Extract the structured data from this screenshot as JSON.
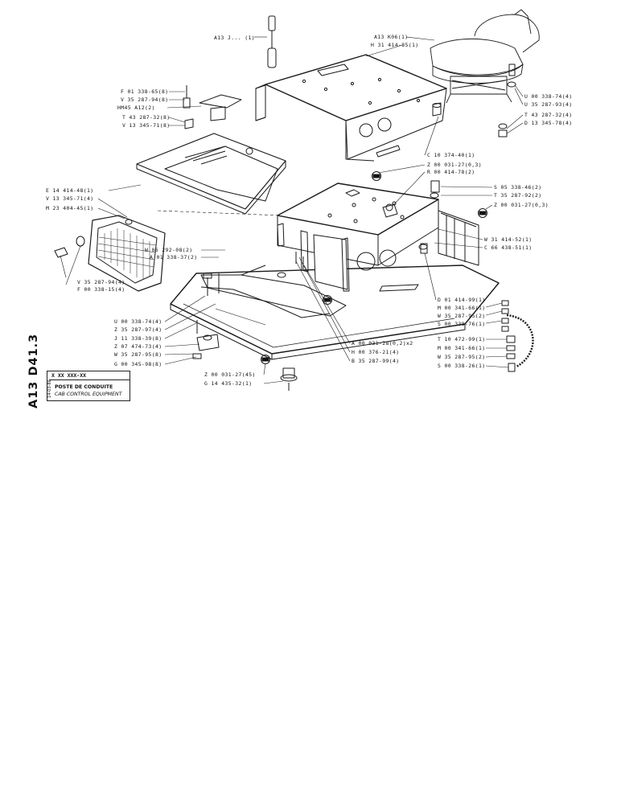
{
  "document": {
    "sheet_code": "A13 D41.3",
    "ref_code": "X XX XXX-XX",
    "date": "14-03-86",
    "title_fr": "POSTE DE CONDUITE",
    "title_en": "CAB CONTROL EQUIPMENT"
  },
  "callouts": [
    "A13 J... (1)",
    "A13 K06(1)",
    "H 31 414-85(1)",
    "F 01 338-65(8)",
    "V 35 287-94(8)",
    "HM45 A12(2)",
    "T 43 287-32(8)",
    "V 13 345-71(8)",
    "U 00 338-74(4)",
    "U 35 287-93(4)",
    "T 43 287-32(4)",
    "D 13 345-78(4)",
    "C 10 374-40(1)",
    "Z 00 031-27(0,3)",
    "R 00 414-78(2)",
    "E 14 414-48(1)",
    "V 13 345-71(4)",
    "M 23 404-45(1)",
    "S 05 338-46(2)",
    "T 35 287-92(2)",
    "Z 00 031-27(0,3)",
    "W 31 414-52(1)",
    "C 66 438-51(1)",
    "W 06 292-08(2)",
    "A 01 338-37(2)",
    "V 35 287-94(4)",
    "F 00 338-15(4)",
    "D 01 414-99(1)",
    "M 00 341-66(1)",
    "W 35 287-95(2)",
    "S 00 338-76(1)",
    "U 00 338-74(4)",
    "Z 35 287-97(4)",
    "J 11 338-39(8)",
    "Z 07 474-73(4)",
    "W 35 287-95(8)",
    "G 00 345-98(8)",
    "A 00 031-28(0,2)x2",
    "H 00 376-21(4)",
    "B 35 287-99(4)",
    "T 10 472-99(1)",
    "M 00 341-66(1)",
    "W 35 287-95(2)",
    "S 00 338-26(1)",
    "Z 00 031-27(45)",
    "G 14 435-32(1)"
  ]
}
